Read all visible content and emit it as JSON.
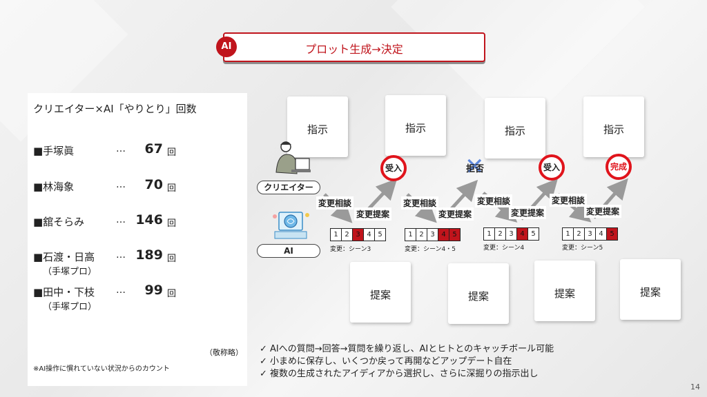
{
  "header": {
    "badge": "AI",
    "title": "プロット生成→決定"
  },
  "panel": {
    "title": "クリエイター×AI「やりとり」回数",
    "dots": "…",
    "unit": "回",
    "rows": [
      {
        "name": "■手塚眞",
        "sub": "",
        "count": "67"
      },
      {
        "name": "■林海象",
        "sub": "",
        "count": "70"
      },
      {
        "name": "■舘そらみ",
        "sub": "",
        "count": "146"
      },
      {
        "name": "■石渡・日高",
        "sub": "（手塚プロ）",
        "count": "189"
      },
      {
        "name": "■田中・下枝",
        "sub": "（手塚プロ）",
        "count": "99"
      }
    ],
    "abbr": "（敬称略）",
    "footnote": "※AI操作に慣れていない状況からのカウント"
  },
  "flow": {
    "instruction_label": "指示",
    "proposal_label": "提案",
    "stamps": [
      "受入",
      "拒否",
      "受入",
      "完成"
    ],
    "consult_label": "変更相談",
    "propose_label": "変更提案",
    "creator_label": "クリエイター",
    "ai_label": "AI",
    "scene_numbers": [
      "1",
      "2",
      "3",
      "4",
      "5"
    ],
    "scene_changes": [
      "変更：シーン3",
      "変更：シーン4・5",
      "変更：シーン4",
      "変更：シーン5"
    ]
  },
  "bullets": [
    "✓ AIへの質問→回答→質問を繰り返し、AIとヒトとのキャッチボール可能",
    "✓ 小まめに保存し、いくつか戻って再開などアップデート自在",
    "✓ 複数の生成されたアイディアから選択し、さらに深掘りの指示出し"
  ],
  "page_number": "14",
  "colors": {
    "accent": "#c0141c",
    "reject_x": "#3a6fd8",
    "arrow": "#9a9a9a"
  }
}
